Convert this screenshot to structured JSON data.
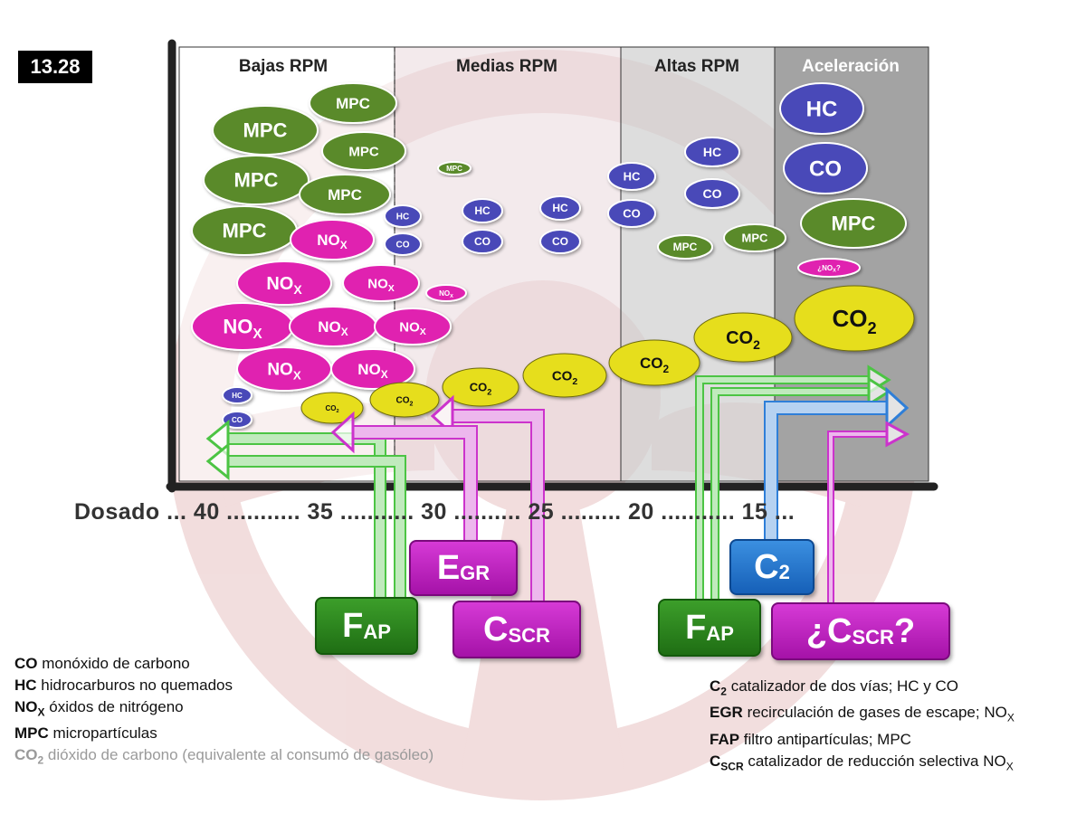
{
  "figure_number": "13.28",
  "columns": [
    "Bajas RPM",
    "Medias RPM",
    "Altas RPM",
    "Aceleración"
  ],
  "axis": {
    "label": "Dosado",
    "ticks": [
      {
        "value": "40",
        "lead": " ... ",
        "trail": " ........... "
      },
      {
        "value": "35",
        "lead": "",
        "trail": " ........... "
      },
      {
        "value": "30",
        "lead": "",
        "trail": " .......... "
      },
      {
        "value": "25",
        "lead": "",
        "trail": " ......... "
      },
      {
        "value": "20",
        "lead": "",
        "trail": " ........... "
      },
      {
        "value": "15",
        "lead": "",
        "trail": " ..."
      }
    ]
  },
  "emission_labels": {
    "MPC": "MPC",
    "HC": "HC",
    "CO": "CO",
    "NOx": {
      "main": "NO",
      "sub": "X"
    },
    "NOx_q": {
      "main": "¿NO",
      "sub": "X",
      "tail": "?"
    },
    "CO2": {
      "main": "CO",
      "sub": "2"
    }
  },
  "colors": {
    "MPC": "#5a8a2a",
    "HC": "#4a4ab8",
    "CO": "#4a4ab8",
    "NOx": "#e020b0",
    "CO2": "#e6de1a",
    "green_arrow": "#4cc444",
    "magenta_arrow": "#cc33cc",
    "blue_arrow": "#2f7fd8",
    "background_logo": "#b03030"
  },
  "devices": {
    "fap_left": {
      "main": "F",
      "sub": "AP"
    },
    "egr": {
      "main": "E",
      "sub": "GR"
    },
    "cscr_left": {
      "main": "C",
      "sub": "SCR"
    },
    "fap_right": {
      "main": "F",
      "sub": "AP"
    },
    "c2": {
      "main": "C",
      "sub": "2"
    },
    "cscr_right": {
      "main": "¿C",
      "sub": "SCR",
      "tail": "?"
    }
  },
  "legend_left": [
    {
      "abbr": "CO",
      "abbr_sub": "",
      "text": " monóxido de carbono"
    },
    {
      "abbr": "HC",
      "abbr_sub": "",
      "text": " hidrocarburos no quemados"
    },
    {
      "abbr": "NO",
      "abbr_sub": "X",
      "text": " óxidos de nitrógeno"
    },
    {
      "abbr": "MPC",
      "abbr_sub": "",
      "text": " micropartículas"
    },
    {
      "abbr": "CO",
      "abbr_sub": "2",
      "text": " dióxido de carbono (equivalente  al consumó de gasóleo)"
    }
  ],
  "legend_right": [
    {
      "abbr": "C",
      "abbr_sub": "2",
      "text": " catalizador de dos vías;  HC y CO"
    },
    {
      "abbr": "EGR",
      "abbr_sub": "",
      "text": " recirculación de gases de escape; NO",
      "text_sub": "X"
    },
    {
      "abbr": "FAP",
      "abbr_sub": "",
      "text": " filtro antipartículas;  MPC"
    },
    {
      "abbr": "C",
      "abbr_sub": "SCR",
      "text": " catalizador de reducción selectiva NO",
      "text_sub": "X"
    }
  ]
}
